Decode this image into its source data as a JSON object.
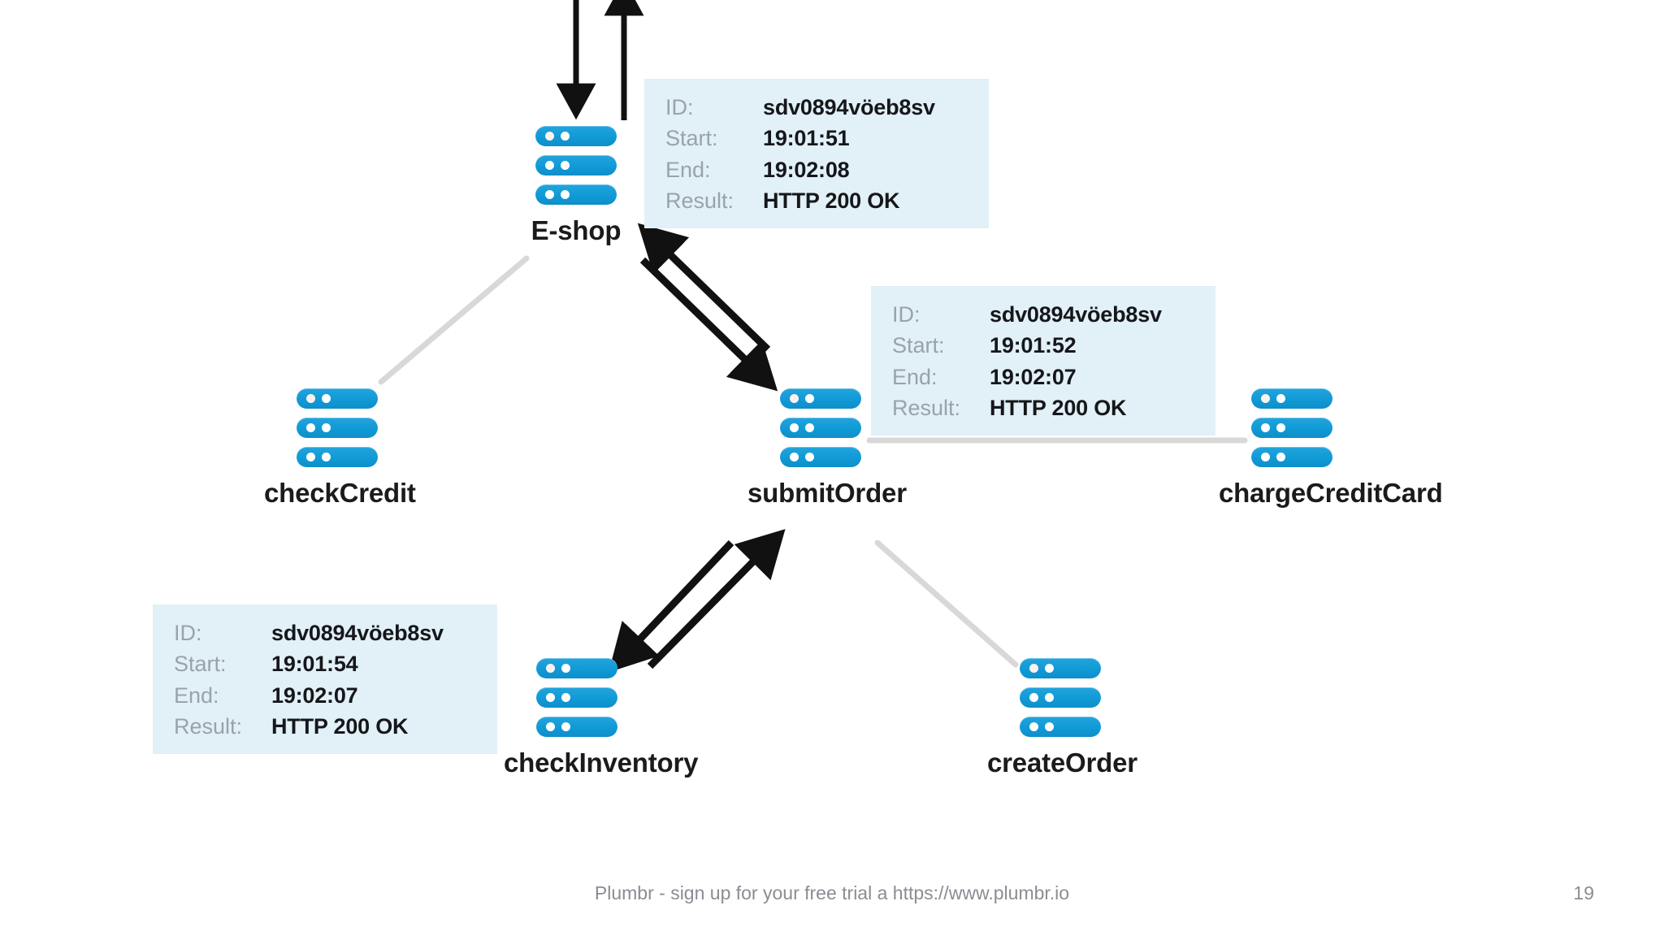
{
  "slide": {
    "page_number": "19",
    "footer_note": "Plumbr - sign up for your free trial a https://www.plumbr.io",
    "background_color": "#ffffff"
  },
  "colors": {
    "server_blue": "#109ad6",
    "card_background": "#e2f0f7",
    "key_text": "#9aa3a8",
    "value_text": "#15171a",
    "arrow_black": "#111111",
    "wire_gray": "#d8d8d8",
    "footer_gray": "#8a8d93"
  },
  "nodes": [
    {
      "id": "eshop",
      "label": "E-shop",
      "icon": "server-icon"
    },
    {
      "id": "checkcredit",
      "label": "checkCredit",
      "icon": "server-icon"
    },
    {
      "id": "submitorder",
      "label": "submitOrder",
      "icon": "server-icon"
    },
    {
      "id": "chargecreditcard",
      "label": "chargeCreditCard",
      "icon": "server-icon"
    },
    {
      "id": "checkinventory",
      "label": "checkInventory",
      "icon": "server-icon"
    },
    {
      "id": "createorder",
      "label": "createOrder",
      "icon": "server-icon"
    }
  ],
  "cards": [
    {
      "id": "card-eshop",
      "for_node": "eshop",
      "rows": [
        {
          "key": "ID:",
          "value": "sdv0894vöeb8sv"
        },
        {
          "key": "Start:",
          "value": "19:01:51"
        },
        {
          "key": "End:",
          "value": "19:02:08"
        },
        {
          "key": "Result:",
          "value": "HTTP 200 OK"
        }
      ]
    },
    {
      "id": "card-submitorder",
      "for_node": "submitorder",
      "rows": [
        {
          "key": "ID:",
          "value": "sdv0894vöeb8sv"
        },
        {
          "key": "Start:",
          "value": "19:01:52"
        },
        {
          "key": "End:",
          "value": "19:02:07"
        },
        {
          "key": "Result:",
          "value": "HTTP 200 OK"
        }
      ]
    },
    {
      "id": "card-checkinventory",
      "for_node": "checkinventory",
      "rows": [
        {
          "key": "ID:",
          "value": "sdv0894vöeb8sv"
        },
        {
          "key": "Start:",
          "value": "19:01:54"
        },
        {
          "key": "End:",
          "value": "19:02:07"
        },
        {
          "key": "Result:",
          "value": "HTTP 200 OK"
        }
      ]
    }
  ],
  "connectors": [
    {
      "id": "wire-client-to-eshop",
      "style": "arrow-black",
      "direction": "down"
    },
    {
      "id": "wire-eshop-to-client",
      "style": "arrow-black",
      "direction": "up"
    },
    {
      "id": "wire-eshop-checkcredit",
      "style": "line-gray",
      "direction": "none"
    },
    {
      "id": "wire-eshop-to-submitorder",
      "style": "arrow-black",
      "direction": "down-right"
    },
    {
      "id": "wire-submitorder-to-eshop",
      "style": "arrow-black",
      "direction": "up-left"
    },
    {
      "id": "wire-submitorder-chargecard",
      "style": "line-gray",
      "direction": "none"
    },
    {
      "id": "wire-submitorder-to-inventory",
      "style": "arrow-black",
      "direction": "down-left"
    },
    {
      "id": "wire-inventory-to-submitorder",
      "style": "arrow-black",
      "direction": "up-right"
    },
    {
      "id": "wire-submitorder-createorder",
      "style": "line-gray",
      "direction": "none"
    }
  ]
}
